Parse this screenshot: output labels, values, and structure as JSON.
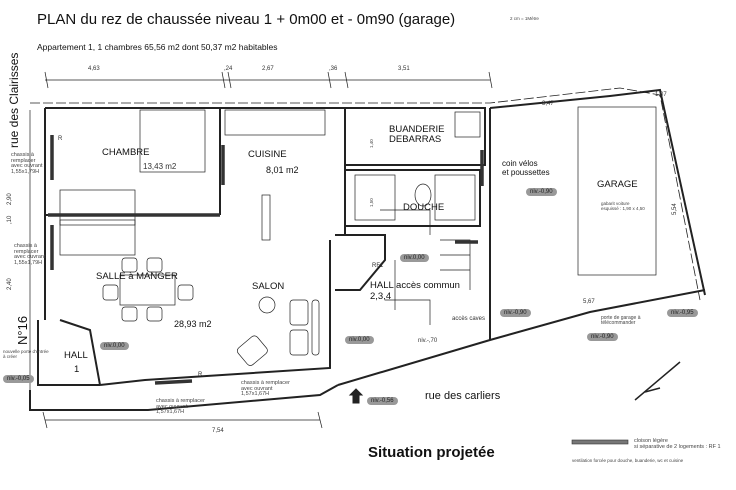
{
  "header": {
    "title": "PLAN du rez de chaussée niveau 1   + 0m00 et - 0m90 (garage)",
    "scale_note": "2 cm = 1Mètre",
    "subtitle": "Appartement 1, 1 chambres  65,56  m2 dont 50,37 m2  habitables"
  },
  "dimensions": {
    "top": [
      "4,63",
      ",24",
      "2,67",
      ",36",
      "3,51"
    ],
    "left": [
      "2,90",
      ",10",
      "2,40"
    ],
    "bottom": "7,54",
    "garage_top": "3,47",
    "garage_corner": "1,07",
    "garage_side": "5,54",
    "garage_bottom": "5,67",
    "buanderie": "1,40",
    "douche": "1,50"
  },
  "streets": {
    "west": "rue des Clairisses",
    "south": "rue des carliers",
    "number": "N°16"
  },
  "rooms": {
    "chambre": {
      "name": "CHAMBRE",
      "area": "13,43 m2"
    },
    "cuisine": {
      "name": "CUISINE",
      "area": "8,01 m2"
    },
    "buanderie": {
      "name": "BUANDERIE\nDEBARRAS"
    },
    "douche": {
      "name": "DOUCHE"
    },
    "salle": {
      "name": "SALLE à MANGER",
      "area": "28,93 m2"
    },
    "salon": {
      "name": "SALON"
    },
    "hall1": {
      "name": "HALL",
      "number": "1"
    },
    "hall_commun": {
      "name": "HALL accès commun",
      "number": "2,3,4"
    },
    "velos": {
      "name": "coin vélos\net poussettes"
    },
    "garage": {
      "name": "GARAGE",
      "note": "gabarit voiture\nesquissé : 1,90 x 4,50"
    }
  },
  "notes": {
    "chassis_left_1": "chassis à\nremplacer\navec ouvrant\n1,55x1,79H",
    "chassis_left_2": "chassis à\nremplacer\navec ouvrant\n1,55x1,79H",
    "chassis_bottom_1": "chassis à remplacer\navec ouvrant\n1,57x1,67H",
    "chassis_bottom_2": "chassis à remplacer\navec ouvrant\n1,57x1,67H",
    "porte_entree": "nouvelle porte d'entrée\nà créer",
    "porte_garage": "porte de garage à\ntélécommander",
    "acces_caves": "accès caves",
    "rf1": "RF1",
    "r": "R",
    "niv_minus70": "niv.-,70",
    "legend_cloison": "cloison légère\nsi séparative de 2 logements : RF 1",
    "legend_ventilation": "ventilation forcée pour douche, buanderie, wc et cuisine",
    "situation": "Situation projetée"
  },
  "levels": {
    "hall1": "niv.0,00",
    "entree": "niv.-0,05",
    "hall_commun": "niv.0,00",
    "stairs": "niv.0,00",
    "street": "niv.-0,56",
    "velos": "niv.-0,90",
    "caves": "niv.-0,90",
    "garage_right": "niv.-0,95",
    "garage_door": "niv.-0,90"
  }
}
